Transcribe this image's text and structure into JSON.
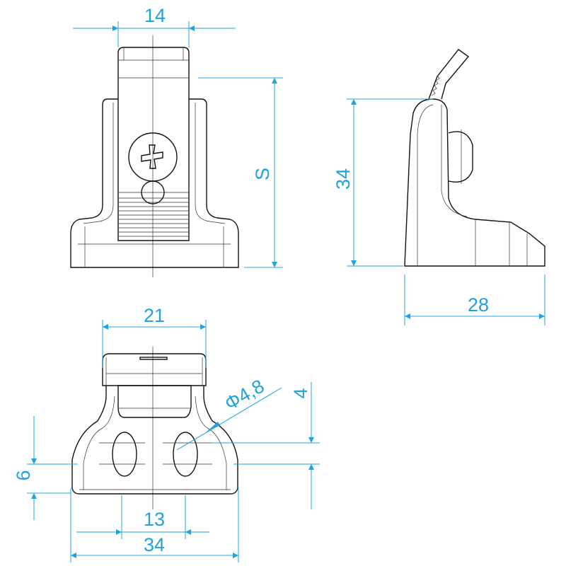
{
  "views": [
    "front-view",
    "side-view",
    "bottom-view"
  ],
  "dimensions": {
    "front_width": "14",
    "front_height": "S",
    "side_height": "34",
    "side_depth": "28",
    "bottom_top_width": "21",
    "hole_diameter": "Φ4,8",
    "slot_offset": "4",
    "slot_edge": "6",
    "hole_spacing": "13",
    "bottom_width": "34"
  },
  "colors": {
    "dimension": "#1fa3e0",
    "outline": "#111111"
  }
}
